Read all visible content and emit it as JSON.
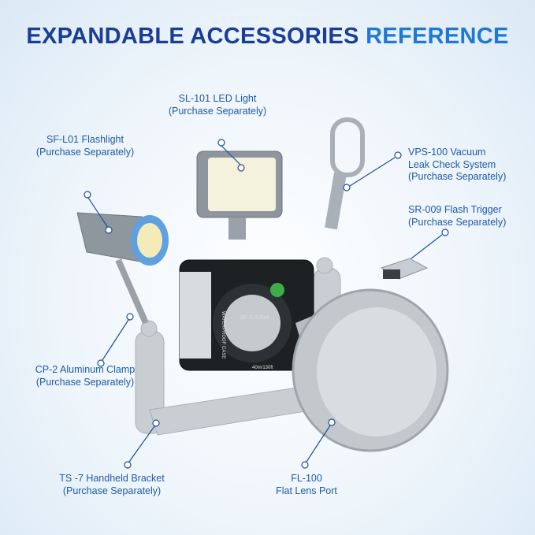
{
  "title": {
    "part1": "EXPANDABLE ACCESSORIES ",
    "part2": "REFERENCE"
  },
  "colors": {
    "title_dark": "#1a3d96",
    "title_light": "#1e78d6",
    "label": "#1f5aa6",
    "callout_line": "#1f4f9a"
  },
  "labels": {
    "led": {
      "name": "SL-101 LED Light",
      "note": "(Purchase Separately)"
    },
    "flashlight": {
      "name": "SF-L01 Flashlight",
      "note": "(Purchase Separately)"
    },
    "vacuum": {
      "line1": "VPS-100 Vacuum",
      "line2": "Leak Check System",
      "note": "(Purchase Separately)"
    },
    "trigger": {
      "name": "SR-009 Flash Trigger",
      "note": "(Purchase Separately)"
    },
    "clamp": {
      "name": "CP-2 Aluminum Clamp",
      "note": "(Purchase Separately)"
    },
    "bracket": {
      "name": "TS -7 Handheld Bracket",
      "note": "(Purchase Separately)"
    },
    "port": {
      "name": "FL-100",
      "note": "Flat Lens Port"
    }
  },
  "housing_text": {
    "model": "SF-S-A7M4",
    "brand": "WATERPROOF CASE",
    "depth": "40m/130ft"
  }
}
